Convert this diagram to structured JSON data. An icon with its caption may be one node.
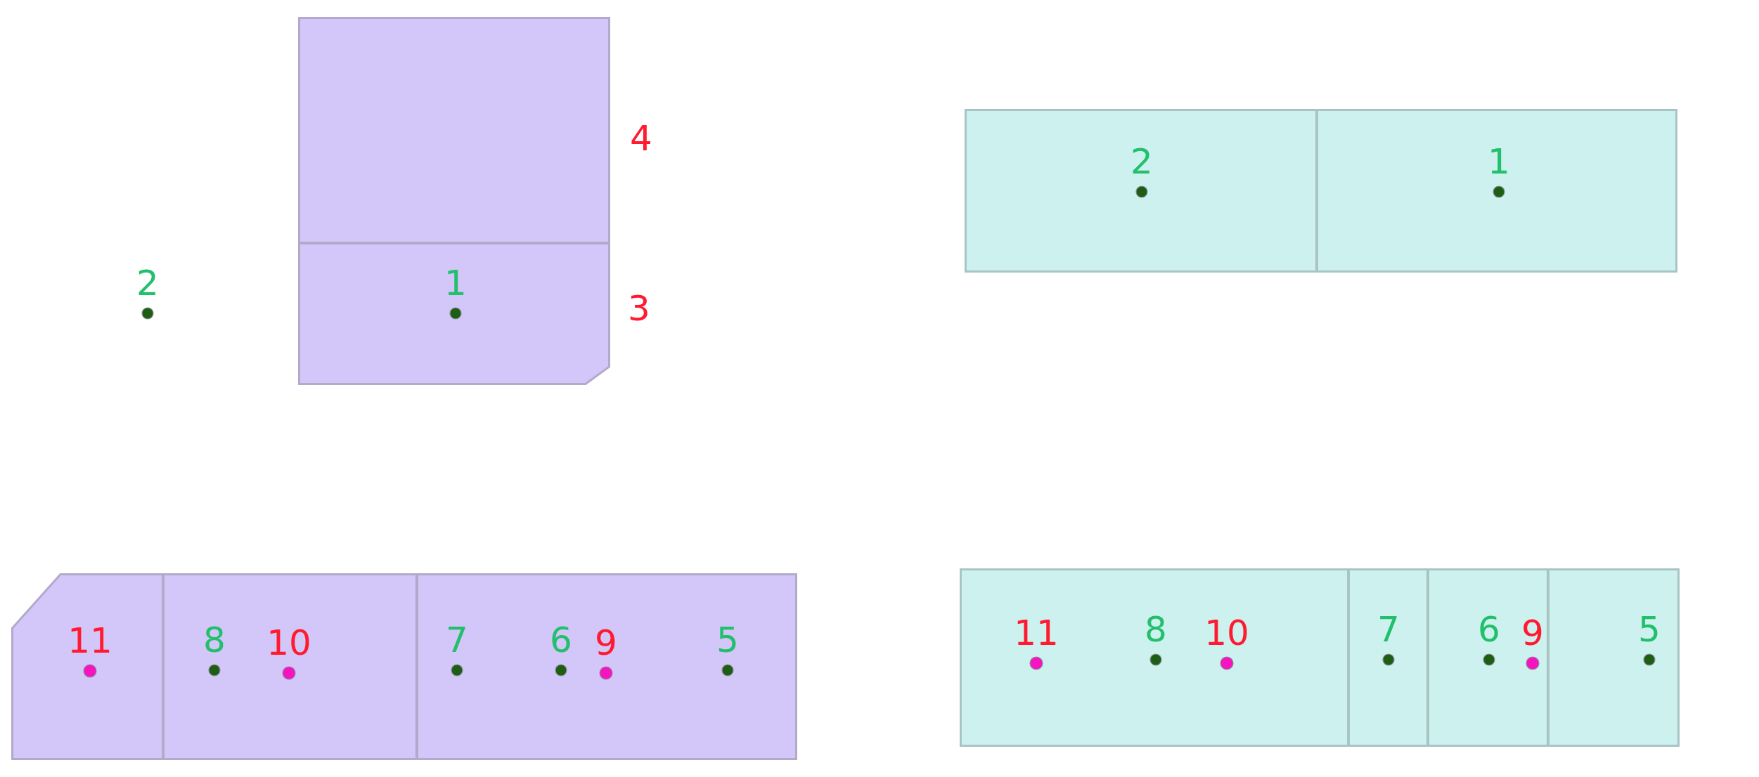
{
  "diagram": {
    "nodes": [
      {
        "text": [],
        "shape": "box",
        "beside": [
          "4"
        ]
      },
      {
        "text": [
          "1"
        ],
        "beside": [
          "3"
        ]
      },
      {
        "text": [
          "2"
        ]
      },
      {
        "text": [
          "1"
        ]
      },
      {
        "text": [
          "11"
        ]
      },
      {
        "text": [
          "8",
          "10"
        ]
      },
      {
        "text": [
          "7",
          "6",
          "9",
          "5"
        ]
      },
      {
        "text": [
          "11",
          "8",
          "10"
        ]
      },
      {
        "text": [
          "7"
        ]
      },
      {
        "text": [
          "6",
          "9"
        ]
      },
      {
        "text": [
          "5"
        ]
      }
    ],
    "labels": [
      "2"
    ]
  }
}
